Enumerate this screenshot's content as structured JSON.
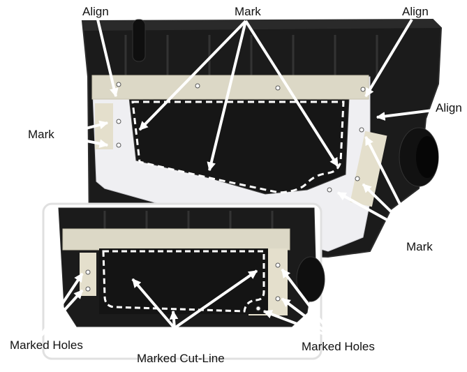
{
  "labels": {
    "align_top_left": "Align",
    "mark_top": "Mark",
    "align_top_right": "Align",
    "align_right": "Align",
    "mark_left": "Mark",
    "mark_right": "Mark",
    "marked_holes_left": "Marked Holes",
    "marked_cut_line": "Marked Cut-Line",
    "marked_holes_right": "Marked Holes"
  },
  "colors": {
    "housing": "#1b1b1b",
    "housing_edge": "#2c2c2c",
    "template_panel": "#efeff2",
    "masking_tape": "#dcd8c6",
    "cut_line": "#ffffff",
    "arrow": "#ffffff",
    "inset_frame": "#e6e6e6"
  }
}
